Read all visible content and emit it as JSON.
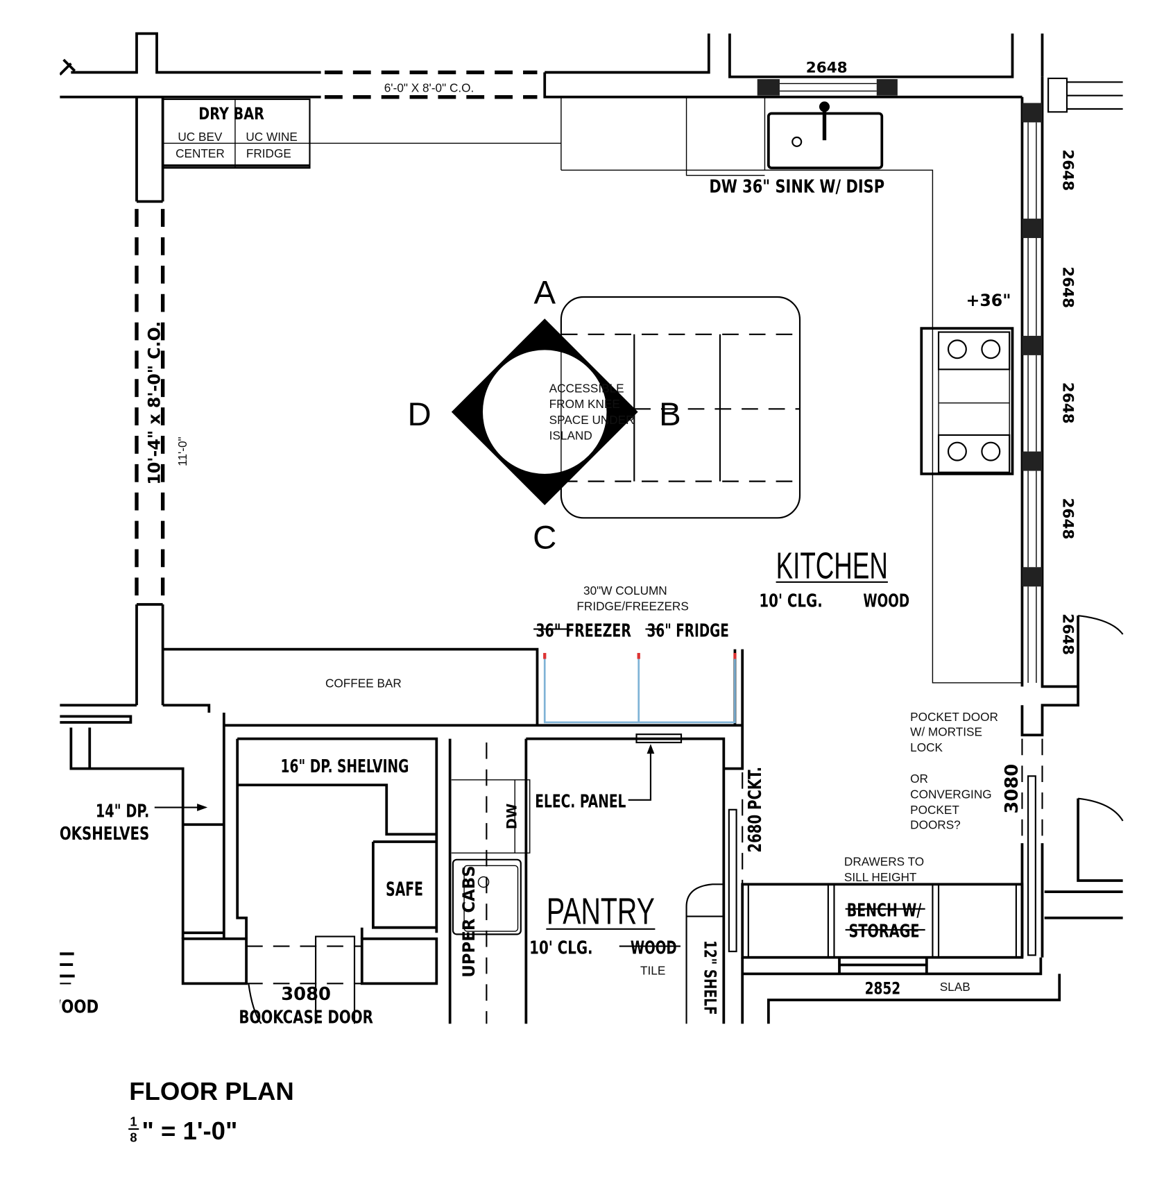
{
  "title": {
    "main": "FLOOR PLAN",
    "scale_num": "1",
    "scale_den": "8",
    "scale_rest": "\" = 1'-0\""
  },
  "openings": {
    "top_co": "6'-0\" X 8'-0\" C.O.",
    "left_co": "10'-4\" x 8'-0\" C.O.",
    "left_dim": "11'-0\""
  },
  "windows": {
    "top": "2648",
    "right": [
      "2648",
      "2648",
      "2648",
      "2648",
      "2648"
    ],
    "bench": "2852"
  },
  "dry_bar": {
    "title": "DRY BAR",
    "left1": "UC BEV",
    "left2": "CENTER",
    "right1": "UC WINE",
    "right2": "FRIDGE"
  },
  "sink": {
    "label": "DW  36\" SINK W/ DISP"
  },
  "range": {
    "label": "+36\""
  },
  "island": {
    "marker": {
      "a": "A",
      "b": "B",
      "c": "C",
      "d": "D"
    },
    "note": [
      "ACCESSIBLE",
      "FROM KNEE",
      "SPACE UNDER",
      "ISLAND"
    ]
  },
  "kitchen": {
    "name": "KITCHEN",
    "ceiling": "10' CLG.",
    "floor": "WOOD"
  },
  "fridge": {
    "note1": "30\"W COLUMN",
    "note2": "FRIDGE/FREEZERS",
    "freezer": "36\" FREEZER",
    "fridge": "36\" FRIDGE"
  },
  "coffee_bar": "COFFEE BAR",
  "shelving": "16\" DP. SHELVING",
  "bookshelves": {
    "depth": "14\" DP.",
    "label": "BOOKSHELVES"
  },
  "safe": "SAFE",
  "bookcase_door": {
    "size": "3080",
    "label": "BOOKCASE DOOR"
  },
  "left_room": {
    "frag": "E",
    "floor": "WOOD"
  },
  "pantry": {
    "name": "PANTRY",
    "ceiling": "10' CLG.",
    "floor_old": "WOOD",
    "floor": "TILE",
    "dw": "DW",
    "upper_cabs": "UPPER CABS",
    "elec": "ELEC. PANEL",
    "shelf": "12\" SHELF"
  },
  "pocket_door": {
    "size": "2680 PCKT.",
    "note": [
      "POCKET DOOR",
      "W/ MORTISE",
      "LOCK",
      "",
      "OR",
      "CONVERGING",
      "POCKET",
      "DOORS?"
    ],
    "door2": "3080"
  },
  "bench": {
    "note1": "DRAWERS TO",
    "note2": "SILL HEIGHT",
    "label1": "BENCH W/",
    "label2": "STORAGE",
    "slab": "SLAB"
  }
}
